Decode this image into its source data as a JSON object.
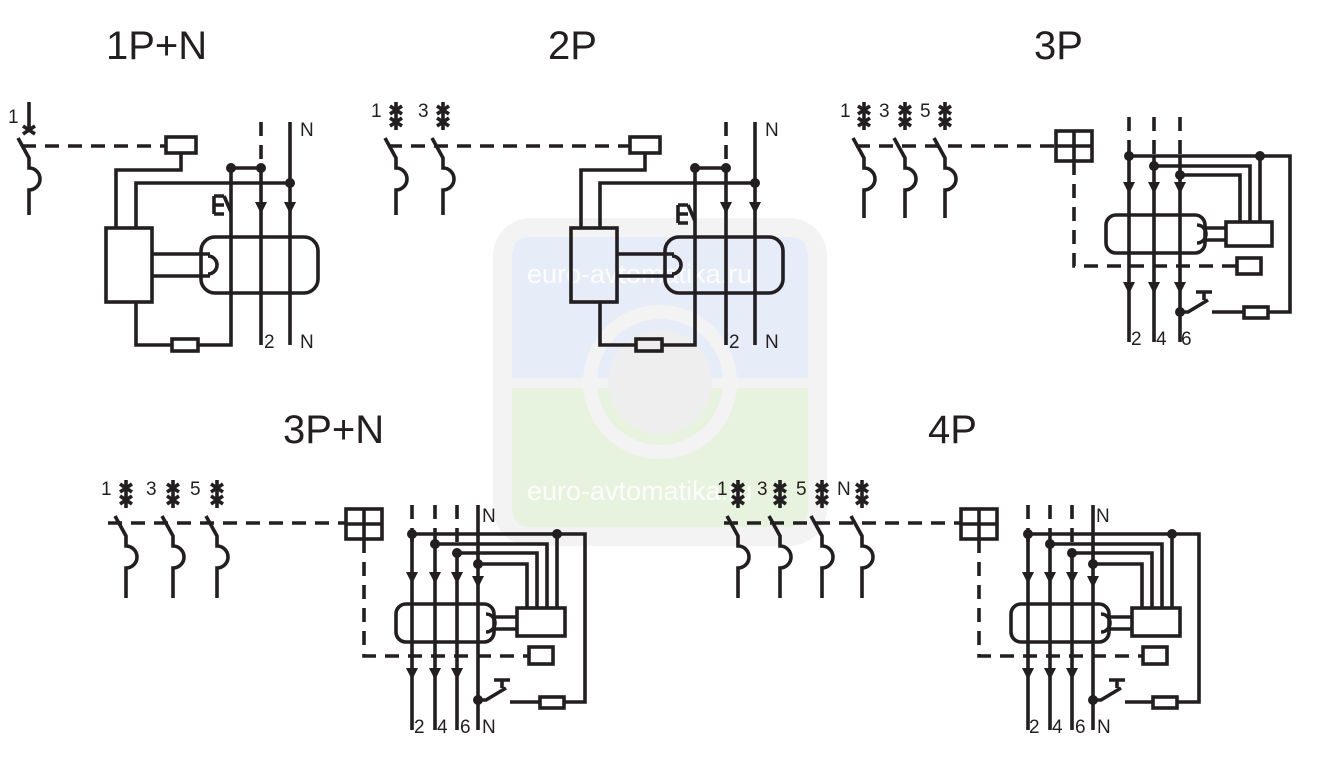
{
  "watermark": {
    "text_top": "euro-avtomatika.ru",
    "text_bottom": "euro-avtomatika.ru",
    "colors": {
      "top": "#e6edf8",
      "bottom": "#e8f3df",
      "frame": "#f1f1f1"
    }
  },
  "line_color": "#231f20",
  "diagrams": [
    {
      "title": "1P+N",
      "input_labels": [
        "1",
        "N"
      ],
      "output_labels": [
        "2",
        "N"
      ]
    },
    {
      "title": "2P",
      "input_labels": [
        "1",
        "3",
        "N"
      ],
      "output_labels": [
        "2",
        "N"
      ]
    },
    {
      "title": "3P",
      "input_labels": [
        "1",
        "3",
        "5"
      ],
      "output_labels": [
        "2",
        "4",
        "6"
      ]
    },
    {
      "title": "3P+N",
      "input_labels": [
        "1",
        "3",
        "5",
        "N"
      ],
      "output_labels": [
        "2",
        "4",
        "6",
        "N"
      ]
    },
    {
      "title": "4P",
      "input_labels": [
        "1",
        "3",
        "5",
        "N",
        "N"
      ],
      "output_labels": [
        "2",
        "4",
        "6",
        "N"
      ]
    }
  ]
}
